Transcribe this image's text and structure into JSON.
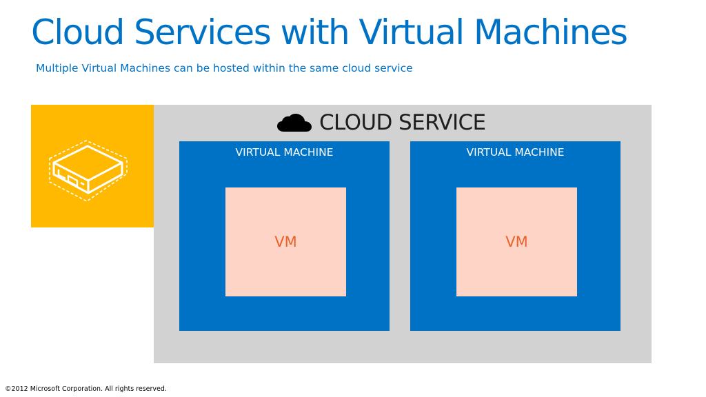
{
  "slide": {
    "title": "Cloud Services with Virtual Machines",
    "subtitle": "Multiple Virtual Machines can be hosted within the same cloud service",
    "footer": "©2012 Microsoft Corporation. All rights reserved."
  },
  "diagram": {
    "icon_tile": {
      "icon": "server-icon",
      "color": "#ffb900"
    },
    "cloud_service": {
      "label": "CLOUD SERVICE",
      "icon": "cloud-icon",
      "color": "#d2d2d2",
      "virtual_machines": [
        {
          "label": "VIRTUAL MACHINE",
          "inner_label": "VM"
        },
        {
          "label": "VIRTUAL MACHINE",
          "inner_label": "VM"
        }
      ]
    },
    "colors": {
      "accent_blue": "#0072c6",
      "vm_inner": "#fed4c6",
      "vm_text": "#e8622a"
    }
  }
}
